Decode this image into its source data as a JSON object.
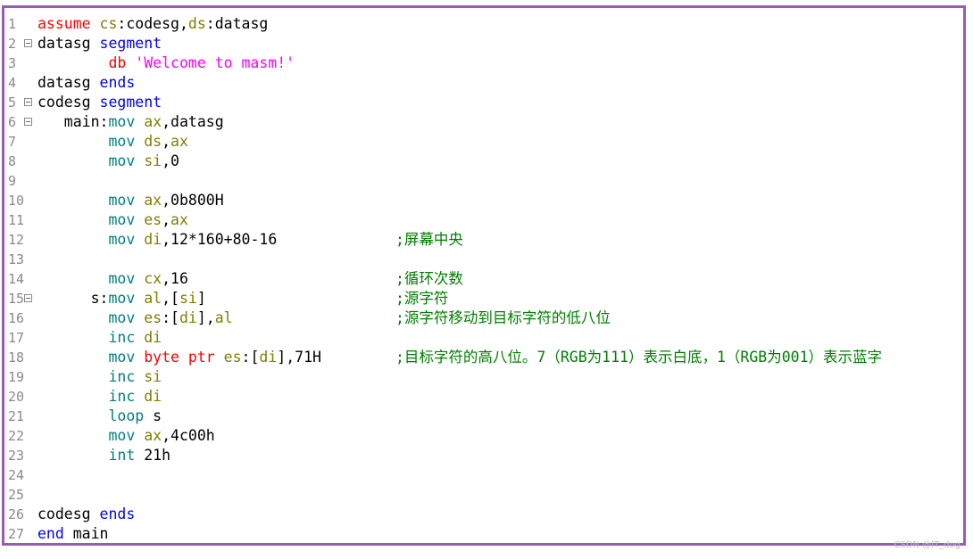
{
  "editor": {
    "lines": [
      {
        "num": "1",
        "fold": false,
        "tokens": [
          {
            "t": "assume ",
            "c": "kw"
          },
          {
            "t": "cs",
            "c": "reg"
          },
          {
            "t": ":codesg,",
            "c": "txt"
          },
          {
            "t": "ds",
            "c": "reg"
          },
          {
            "t": ":datasg",
            "c": "txt"
          }
        ],
        "comment": ""
      },
      {
        "num": "2",
        "fold": true,
        "tokens": [
          {
            "t": "datasg ",
            "c": "txt"
          },
          {
            "t": "segment",
            "c": "seg"
          }
        ],
        "comment": ""
      },
      {
        "num": "3",
        "fold": false,
        "tokens": [
          {
            "t": "        ",
            "c": "txt"
          },
          {
            "t": "db",
            "c": "kw"
          },
          {
            "t": " ",
            "c": "txt"
          },
          {
            "t": "'Welcome to masm!'",
            "c": "str"
          }
        ],
        "comment": ""
      },
      {
        "num": "4",
        "fold": false,
        "tokens": [
          {
            "t": "datasg ",
            "c": "txt"
          },
          {
            "t": "ends",
            "c": "seg"
          }
        ],
        "comment": ""
      },
      {
        "num": "5",
        "fold": true,
        "tokens": [
          {
            "t": "codesg ",
            "c": "txt"
          },
          {
            "t": "segment",
            "c": "seg"
          }
        ],
        "comment": ""
      },
      {
        "num": "6",
        "fold": true,
        "tokens": [
          {
            "t": "   main:",
            "c": "txt"
          },
          {
            "t": "mov",
            "c": "op"
          },
          {
            "t": " ",
            "c": "txt"
          },
          {
            "t": "ax",
            "c": "reg"
          },
          {
            "t": ",datasg",
            "c": "txt"
          }
        ],
        "comment": ""
      },
      {
        "num": "7",
        "fold": false,
        "tokens": [
          {
            "t": "        ",
            "c": "txt"
          },
          {
            "t": "mov",
            "c": "op"
          },
          {
            "t": " ",
            "c": "txt"
          },
          {
            "t": "ds",
            "c": "reg"
          },
          {
            "t": ",",
            "c": "txt"
          },
          {
            "t": "ax",
            "c": "reg"
          }
        ],
        "comment": ""
      },
      {
        "num": "8",
        "fold": false,
        "tokens": [
          {
            "t": "        ",
            "c": "txt"
          },
          {
            "t": "mov",
            "c": "op"
          },
          {
            "t": " ",
            "c": "txt"
          },
          {
            "t": "si",
            "c": "reg"
          },
          {
            "t": ",0",
            "c": "txt"
          }
        ],
        "comment": ""
      },
      {
        "num": "9",
        "fold": false,
        "tokens": [],
        "comment": ""
      },
      {
        "num": "10",
        "fold": false,
        "tokens": [
          {
            "t": "        ",
            "c": "txt"
          },
          {
            "t": "mov",
            "c": "op"
          },
          {
            "t": " ",
            "c": "txt"
          },
          {
            "t": "ax",
            "c": "reg"
          },
          {
            "t": ",0b800H",
            "c": "txt"
          }
        ],
        "comment": ""
      },
      {
        "num": "11",
        "fold": false,
        "tokens": [
          {
            "t": "        ",
            "c": "txt"
          },
          {
            "t": "mov",
            "c": "op"
          },
          {
            "t": " ",
            "c": "txt"
          },
          {
            "t": "es",
            "c": "reg"
          },
          {
            "t": ",",
            "c": "txt"
          },
          {
            "t": "ax",
            "c": "reg"
          }
        ],
        "comment": ""
      },
      {
        "num": "12",
        "fold": false,
        "tokens": [
          {
            "t": "        ",
            "c": "txt"
          },
          {
            "t": "mov",
            "c": "op"
          },
          {
            "t": " ",
            "c": "txt"
          },
          {
            "t": "di",
            "c": "reg"
          },
          {
            "t": ",12*160+80-16",
            "c": "txt"
          }
        ],
        "comment": ";屏幕中央"
      },
      {
        "num": "13",
        "fold": false,
        "tokens": [],
        "comment": ""
      },
      {
        "num": "14",
        "fold": false,
        "tokens": [
          {
            "t": "        ",
            "c": "txt"
          },
          {
            "t": "mov",
            "c": "op"
          },
          {
            "t": " ",
            "c": "txt"
          },
          {
            "t": "cx",
            "c": "reg"
          },
          {
            "t": ",16",
            "c": "txt"
          }
        ],
        "comment": ";循环次数"
      },
      {
        "num": "15",
        "fold": true,
        "tokens": [
          {
            "t": "      s:",
            "c": "txt"
          },
          {
            "t": "mov",
            "c": "op"
          },
          {
            "t": " ",
            "c": "txt"
          },
          {
            "t": "al",
            "c": "reg"
          },
          {
            "t": ",[",
            "c": "txt"
          },
          {
            "t": "si",
            "c": "reg"
          },
          {
            "t": "]",
            "c": "txt"
          }
        ],
        "comment": ";源字符"
      },
      {
        "num": "16",
        "fold": false,
        "tokens": [
          {
            "t": "        ",
            "c": "txt"
          },
          {
            "t": "mov",
            "c": "op"
          },
          {
            "t": " ",
            "c": "txt"
          },
          {
            "t": "es",
            "c": "reg"
          },
          {
            "t": ":[",
            "c": "txt"
          },
          {
            "t": "di",
            "c": "reg"
          },
          {
            "t": "],",
            "c": "txt"
          },
          {
            "t": "al",
            "c": "reg"
          }
        ],
        "comment": ";源字符移动到目标字符的低八位"
      },
      {
        "num": "17",
        "fold": false,
        "tokens": [
          {
            "t": "        ",
            "c": "txt"
          },
          {
            "t": "inc",
            "c": "op"
          },
          {
            "t": " ",
            "c": "txt"
          },
          {
            "t": "di",
            "c": "reg"
          }
        ],
        "comment": ""
      },
      {
        "num": "18",
        "fold": false,
        "tokens": [
          {
            "t": "        ",
            "c": "txt"
          },
          {
            "t": "mov",
            "c": "op"
          },
          {
            "t": " ",
            "c": "txt"
          },
          {
            "t": "byte ptr",
            "c": "kw"
          },
          {
            "t": " ",
            "c": "txt"
          },
          {
            "t": "es",
            "c": "reg"
          },
          {
            "t": ":[",
            "c": "txt"
          },
          {
            "t": "di",
            "c": "reg"
          },
          {
            "t": "],71H",
            "c": "txt"
          }
        ],
        "comment": ";目标字符的高八位。7（RGB为111）表示白底，1（RGB为001）表示蓝字"
      },
      {
        "num": "19",
        "fold": false,
        "tokens": [
          {
            "t": "        ",
            "c": "txt"
          },
          {
            "t": "inc",
            "c": "op"
          },
          {
            "t": " ",
            "c": "txt"
          },
          {
            "t": "si",
            "c": "reg"
          }
        ],
        "comment": ""
      },
      {
        "num": "20",
        "fold": false,
        "tokens": [
          {
            "t": "        ",
            "c": "txt"
          },
          {
            "t": "inc",
            "c": "op"
          },
          {
            "t": " ",
            "c": "txt"
          },
          {
            "t": "di",
            "c": "reg"
          }
        ],
        "comment": ""
      },
      {
        "num": "21",
        "fold": false,
        "tokens": [
          {
            "t": "        ",
            "c": "txt"
          },
          {
            "t": "loop",
            "c": "op"
          },
          {
            "t": " s",
            "c": "txt"
          }
        ],
        "comment": ""
      },
      {
        "num": "22",
        "fold": false,
        "tokens": [
          {
            "t": "        ",
            "c": "txt"
          },
          {
            "t": "mov",
            "c": "op"
          },
          {
            "t": " ",
            "c": "txt"
          },
          {
            "t": "ax",
            "c": "reg"
          },
          {
            "t": ",4c00h",
            "c": "txt"
          }
        ],
        "comment": ""
      },
      {
        "num": "23",
        "fold": false,
        "tokens": [
          {
            "t": "        ",
            "c": "txt"
          },
          {
            "t": "int",
            "c": "op"
          },
          {
            "t": " 21h",
            "c": "txt"
          }
        ],
        "comment": ""
      },
      {
        "num": "24",
        "fold": false,
        "tokens": [],
        "comment": ""
      },
      {
        "num": "25",
        "fold": false,
        "tokens": [],
        "comment": ""
      },
      {
        "num": "26",
        "fold": false,
        "tokens": [
          {
            "t": "codesg ",
            "c": "txt"
          },
          {
            "t": "ends",
            "c": "seg"
          }
        ],
        "comment": ""
      },
      {
        "num": "27",
        "fold": false,
        "tokens": [
          {
            "t": "end ",
            "c": "seg"
          },
          {
            "t": "main",
            "c": "txt"
          }
        ],
        "comment": ""
      }
    ]
  },
  "watermark": "CSDN @IT_dog",
  "colors": {
    "border": "#9b59b6",
    "keyword": "#ff0000",
    "segment": "#0000ff",
    "register": "#808000",
    "opcode": "#008080",
    "string": "#ff00ff",
    "comment": "#008000"
  }
}
